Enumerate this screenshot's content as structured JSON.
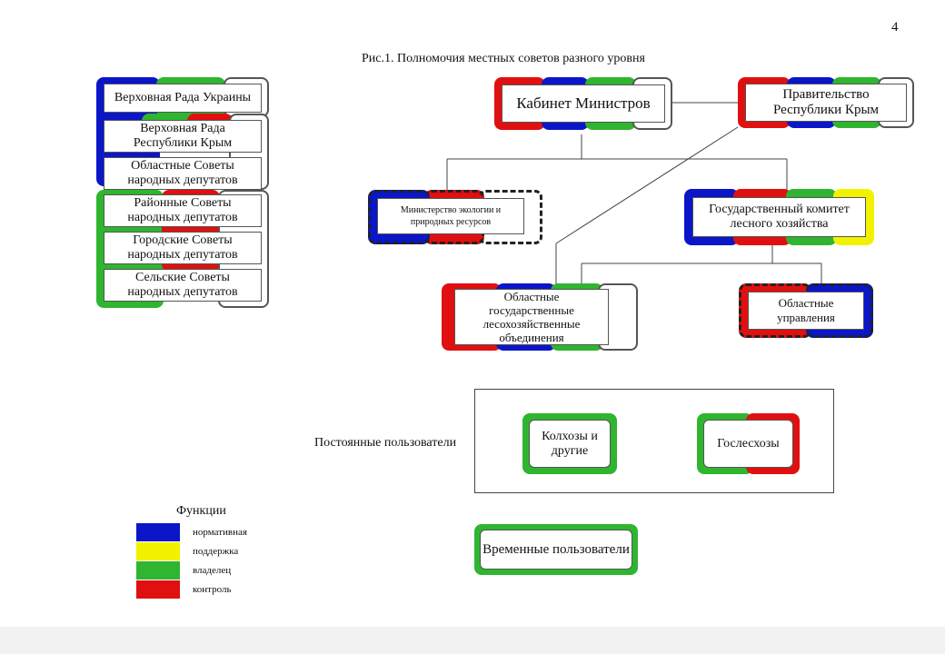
{
  "page_number": "4",
  "figure_title": "Рис.1. Полномочия местных советов разного уровня",
  "left_column": [
    "Верховная Рада Украины",
    "Верховная Рада Республики Крым",
    "Областные Советы народных депутатов",
    "Районные Советы народных депутатов",
    "Городские Советы народных депутатов",
    "Сельские Советы народных депутатов"
  ],
  "nodes": {
    "cabinet": "Кабинет Министров",
    "gov_crimea_line1": "Правительство",
    "gov_crimea_line2": "Республики Крым",
    "ministry_line1": "Министерство экологии и",
    "ministry_line2": "природных ресурсов",
    "state_committee_line1": "Государственный комитет",
    "state_committee_line2": "лесного хозяйства",
    "regional_assoc_line1": "Областные",
    "regional_assoc_line2": "государственные",
    "regional_assoc_line3": "лесохозяйственные",
    "regional_assoc_line4": "объединения",
    "regional_admin_line1": "Областные",
    "regional_admin_line2": "управления"
  },
  "permanent_users": {
    "label": "Постоянные пользователи",
    "kolkhoz_line1": "Колхозы и",
    "kolkhoz_line2": "другие",
    "gosleskhoz": "Гослесхозы"
  },
  "temporary_users": "Временные пользователи",
  "legend": {
    "title": "Функции",
    "items": [
      {
        "label": "нормативная",
        "color": "#0a16c8"
      },
      {
        "label": "поддержка",
        "color": "#f2f200"
      },
      {
        "label": "владелец",
        "color": "#2fb52f"
      },
      {
        "label": "контроль",
        "color": "#e01010"
      }
    ]
  }
}
